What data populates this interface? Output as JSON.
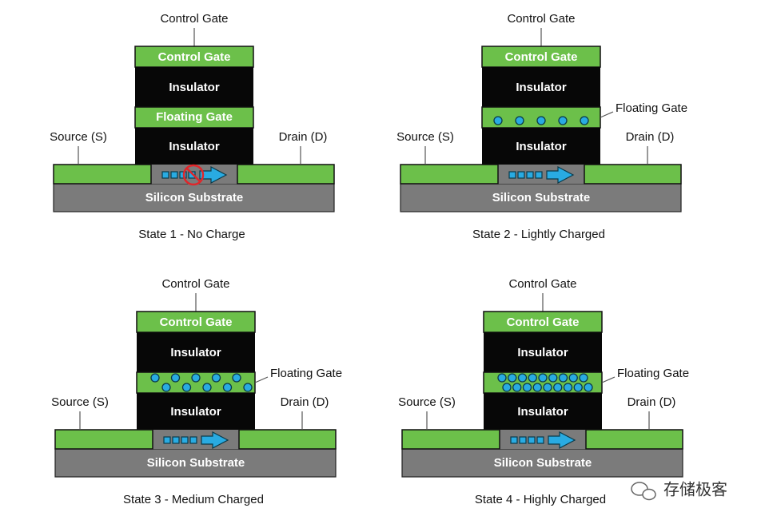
{
  "colors": {
    "gate_green": "#6CC04A",
    "insulator": "#070707",
    "substrate": "#7B7B7B",
    "electron": "#29ABE2",
    "prohibited": "#E0262A"
  },
  "labels": {
    "control_gate": "Control Gate",
    "insulator": "Insulator",
    "floating_gate": "Floating Gate",
    "source": "Source (S)",
    "drain": "Drain (D)",
    "substrate": "Silicon Substrate"
  },
  "states": [
    {
      "caption": "State 1 - No Charge",
      "charge_rows": 0,
      "electrons": 0,
      "blocked": true
    },
    {
      "caption": "State 2 - Lightly Charged",
      "charge_rows": 1,
      "electrons": 5,
      "blocked": false
    },
    {
      "caption": "State 3 - Medium Charged",
      "charge_rows": 2,
      "electrons": 10,
      "blocked": false
    },
    {
      "caption": "State 4 - Highly Charged",
      "charge_rows": 2,
      "electrons": 18,
      "blocked": false
    }
  ],
  "watermark": "存储极客"
}
